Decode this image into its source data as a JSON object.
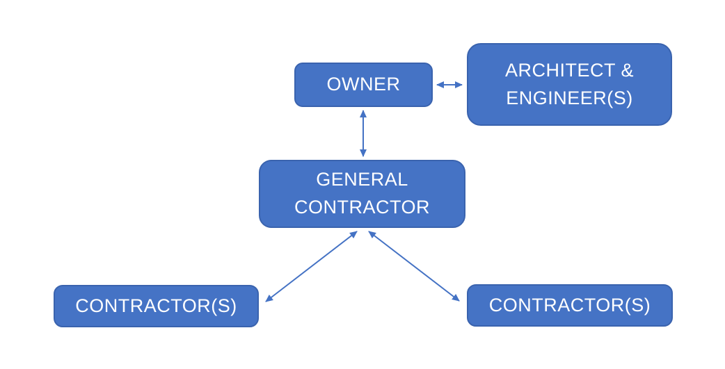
{
  "diagram": {
    "type": "org-flow-diagram",
    "description": "Construction project relationship diagram",
    "nodes": [
      {
        "id": "owner",
        "label": "OWNER"
      },
      {
        "id": "architect-engineers",
        "label": "ARCHITECT &\nENGINEER(S)"
      },
      {
        "id": "general-contractor",
        "label": "GENERAL\nCONTRACTOR"
      },
      {
        "id": "contractor-left",
        "label": "CONTRACTOR(S)"
      },
      {
        "id": "contractor-right",
        "label": "CONTRACTOR(S)"
      }
    ],
    "edges": [
      {
        "from": "owner",
        "to": "architect-engineers",
        "style": "double-arrow",
        "direction": "horizontal"
      },
      {
        "from": "owner",
        "to": "general-contractor",
        "style": "double-arrow",
        "direction": "vertical"
      },
      {
        "from": "general-contractor",
        "to": "contractor-left",
        "style": "double-arrow",
        "direction": "diagonal"
      },
      {
        "from": "general-contractor",
        "to": "contractor-right",
        "style": "double-arrow",
        "direction": "diagonal"
      }
    ],
    "colors": {
      "node_fill": "#4573C5",
      "node_border": "#3A63AE",
      "node_text": "#FFFFFF",
      "arrow": "#4472C4",
      "dot": "#3B41B2",
      "background": "#FFFFFF"
    }
  }
}
